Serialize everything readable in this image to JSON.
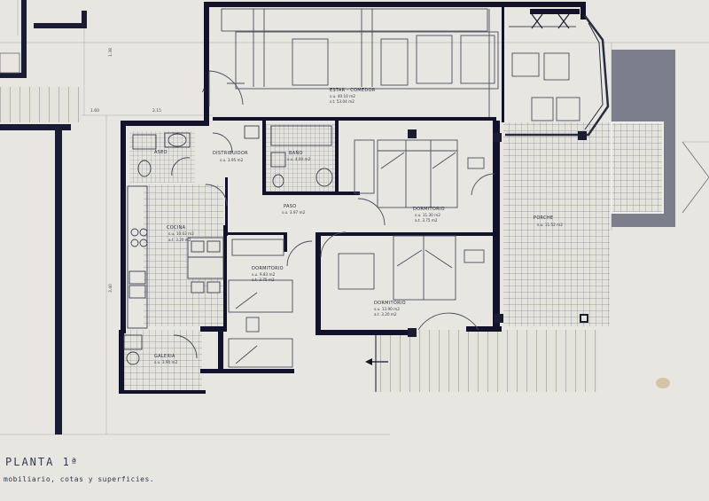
{
  "plan": {
    "title": "PLANTA    1ª",
    "subtitle": "mobiliario, cotas y superficies.",
    "colors": {
      "paper": "#e7e6e0",
      "wall": "#12132a",
      "line": "#4a4d60",
      "tile": "#8a8c98",
      "shade": "#777a86"
    },
    "rooms": [
      {
        "key": "estar",
        "name": "ESTAR - COMEDOR",
        "area1": "s.u. 40.10 m2",
        "area2": "s.t. 53.04 m2"
      },
      {
        "key": "aseo",
        "name": "ASEO"
      },
      {
        "key": "distribuidor",
        "name": "DISTRIBUIDOR",
        "area1": "s.u. 3.95 m2"
      },
      {
        "key": "bano",
        "name": "BAÑO",
        "area1": "s.u. 4.00 m2"
      },
      {
        "key": "dormitorio1",
        "name": "DORMITORIO",
        "area1": "s.u. 11.30 m2",
        "area2": "a.t. 3.75 m2"
      },
      {
        "key": "paso",
        "name": "PASO",
        "area1": "s.u. 3.97 m2"
      },
      {
        "key": "cocina",
        "name": "COCINA",
        "area1": "s.u. 10.03 m2",
        "area2": "a.t. 3.20 m2"
      },
      {
        "key": "dormitorio2",
        "name": "DORMITORIO",
        "area1": "s.u. 9.83 m2",
        "area2": "a.t. 3.75 m2"
      },
      {
        "key": "dormitorio3",
        "name": "DORMITORIO",
        "area1": "s.u. 13.90 m2",
        "area2": "a.t. 3.20 m2"
      },
      {
        "key": "porche",
        "name": "PORCHE",
        "area1": "s.u. 11.52 m2"
      },
      {
        "key": "galeria",
        "name": "GALERIA",
        "area1": "s.u. 3.90 m2"
      }
    ],
    "door_marker": "A",
    "dimensions": {
      "d1": "1.38",
      "d2": "2.15",
      "d3": "1.60",
      "d4": "3.40"
    }
  }
}
